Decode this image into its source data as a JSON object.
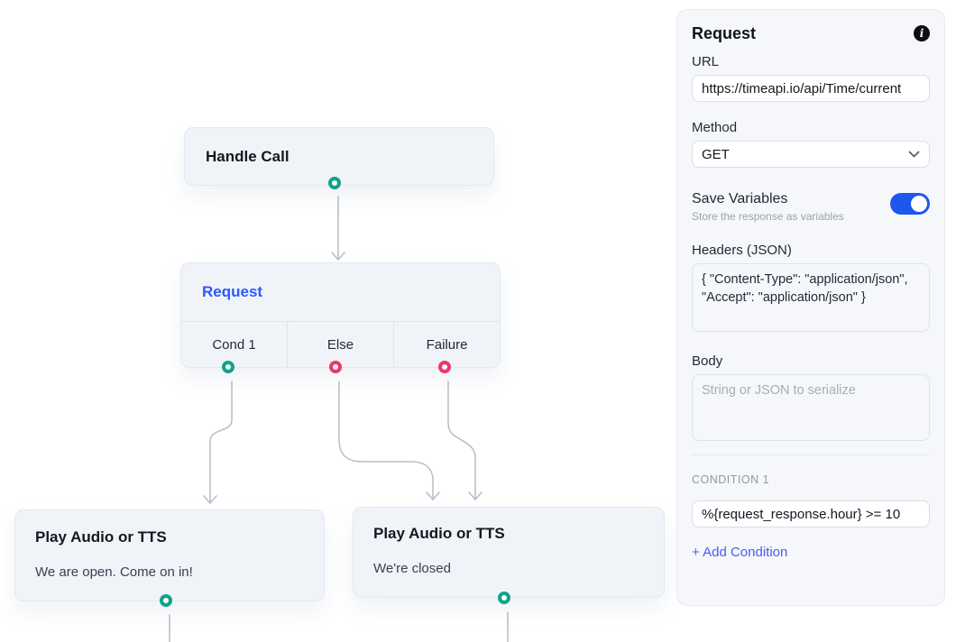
{
  "canvas": {
    "nodes": {
      "handle_call": {
        "title": "Handle Call"
      },
      "request": {
        "title": "Request",
        "branches": [
          "Cond 1",
          "Else",
          "Failure"
        ]
      },
      "play_open": {
        "title": "Play Audio or TTS",
        "subtitle": "We are open. Come on in!"
      },
      "play_closed": {
        "title": "Play Audio or TTS",
        "subtitle": "We're closed"
      }
    },
    "handle_colors": {
      "success": "#12a28b",
      "alternate": "#ee3769"
    },
    "edge_color": "#b6bdc9"
  },
  "panel": {
    "title": "Request",
    "url": {
      "label": "URL",
      "value": "https://timeapi.io/api/Time/current"
    },
    "method": {
      "label": "Method",
      "value": "GET"
    },
    "save_variables": {
      "label": "Save Variables",
      "description": "Store the response as variables",
      "enabled": true
    },
    "headers": {
      "label": "Headers (JSON)",
      "value": "{ \"Content-Type\": \"application/json\", \"Accept\": \"application/json\" }"
    },
    "body": {
      "label": "Body",
      "placeholder": "String or JSON to serialize",
      "value": ""
    },
    "condition": {
      "label": "CONDITION 1",
      "value": "%{request_response.hour} >= 10"
    },
    "add_condition_label": "+ Add Condition",
    "accent_colors": {
      "selected_node_title": "#2b59ff",
      "link": "#4a5cf0",
      "toggle_on": "#1e56ee"
    }
  }
}
